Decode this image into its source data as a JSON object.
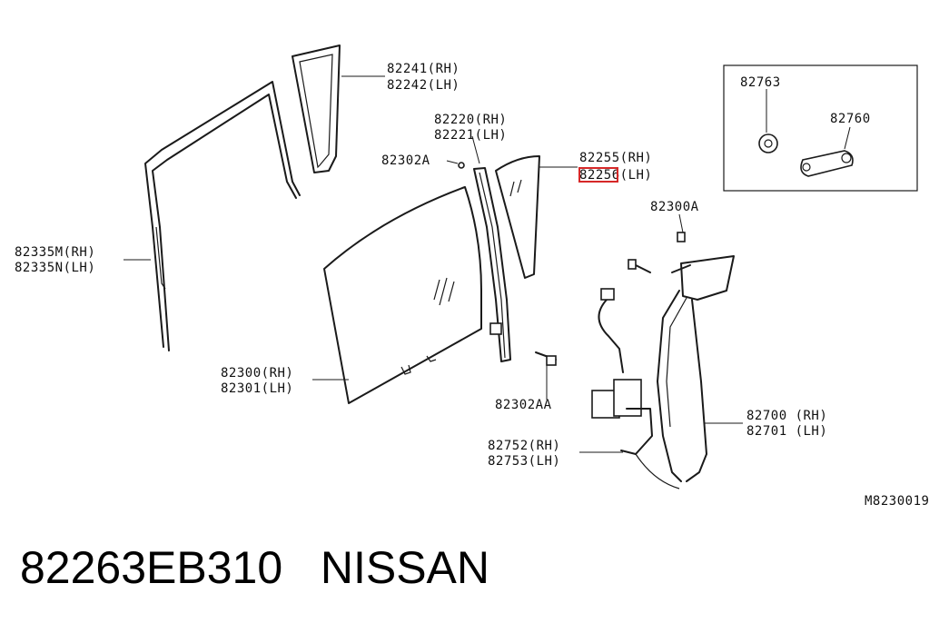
{
  "labels": {
    "vent_frame": [
      "82241(RH)",
      "82242(LH)"
    ],
    "sash": [
      "82220(RH)",
      "82221(LH)"
    ],
    "clip": "82302A",
    "quarter_glass": [
      "82255(RH)",
      "82256(LH)"
    ],
    "bolt_a": "82300A",
    "run_channel": [
      "82335M(RH)",
      "82335N(LH)"
    ],
    "door_glass": [
      "82300(RH)",
      "82301(LH)"
    ],
    "bolt_aa": "82302AA",
    "regulator": [
      "82700 (RH)",
      "82701 (LH)"
    ],
    "motor": [
      "82752(RH)",
      "82753(LH)"
    ],
    "handle_nut": "82763",
    "handle": "82760",
    "diagram_code": "M8230019"
  },
  "footer": {
    "part_number": "82263EB310",
    "brand": "NISSAN"
  },
  "accent_color": "#d62828"
}
